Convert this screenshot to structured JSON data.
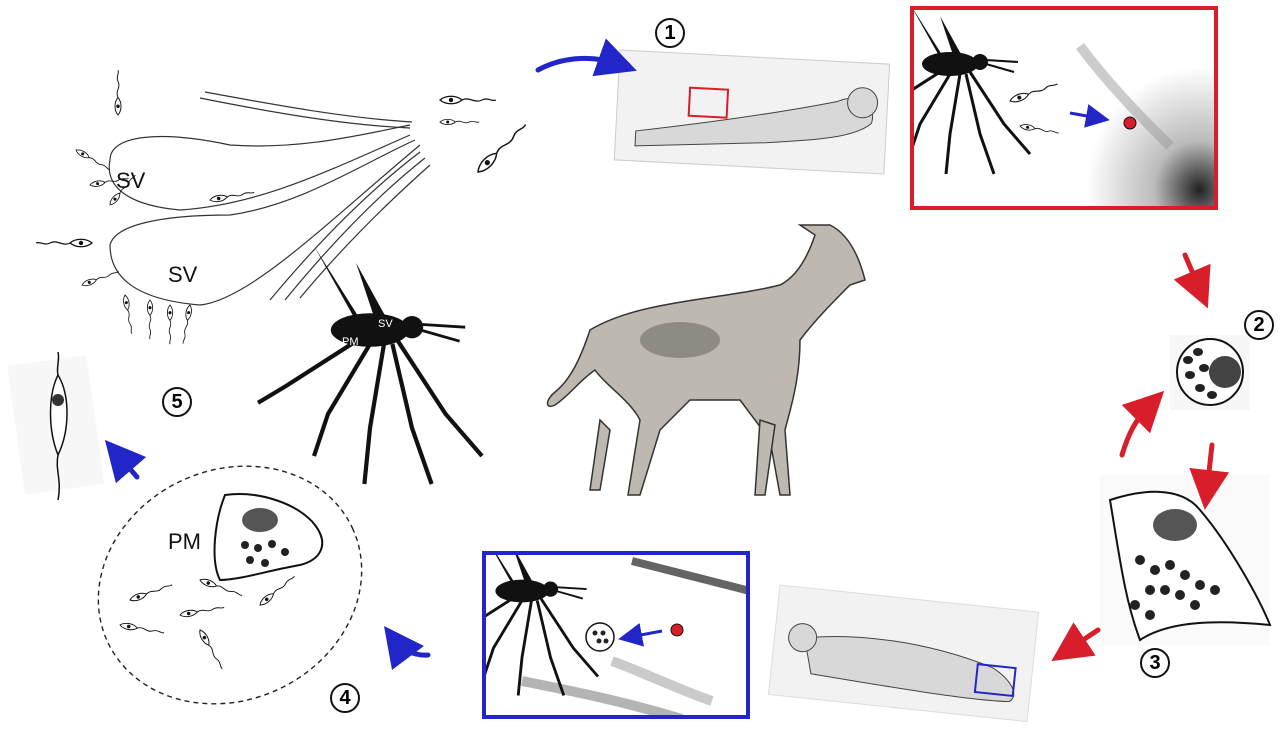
{
  "colors": {
    "host_arrow": "#d81e2a",
    "vector_arrow": "#2226c9",
    "outline": "#111111"
  },
  "labels": {
    "salivary_glands_1": "SV",
    "salivary_glands_2": "SV",
    "peritrophic_matrix": "PM",
    "mosquito_sv": "SV",
    "mosquito_pm": "PM"
  },
  "steps": [
    "1",
    "2",
    "3",
    "4",
    "5"
  ],
  "icons": {
    "vector_insect": "sandfly-icon",
    "host": "dog-icon",
    "human": "sleeping-person-icon",
    "blood_cell": "infected-cell-icon",
    "parasite": "promastigote-icon"
  }
}
